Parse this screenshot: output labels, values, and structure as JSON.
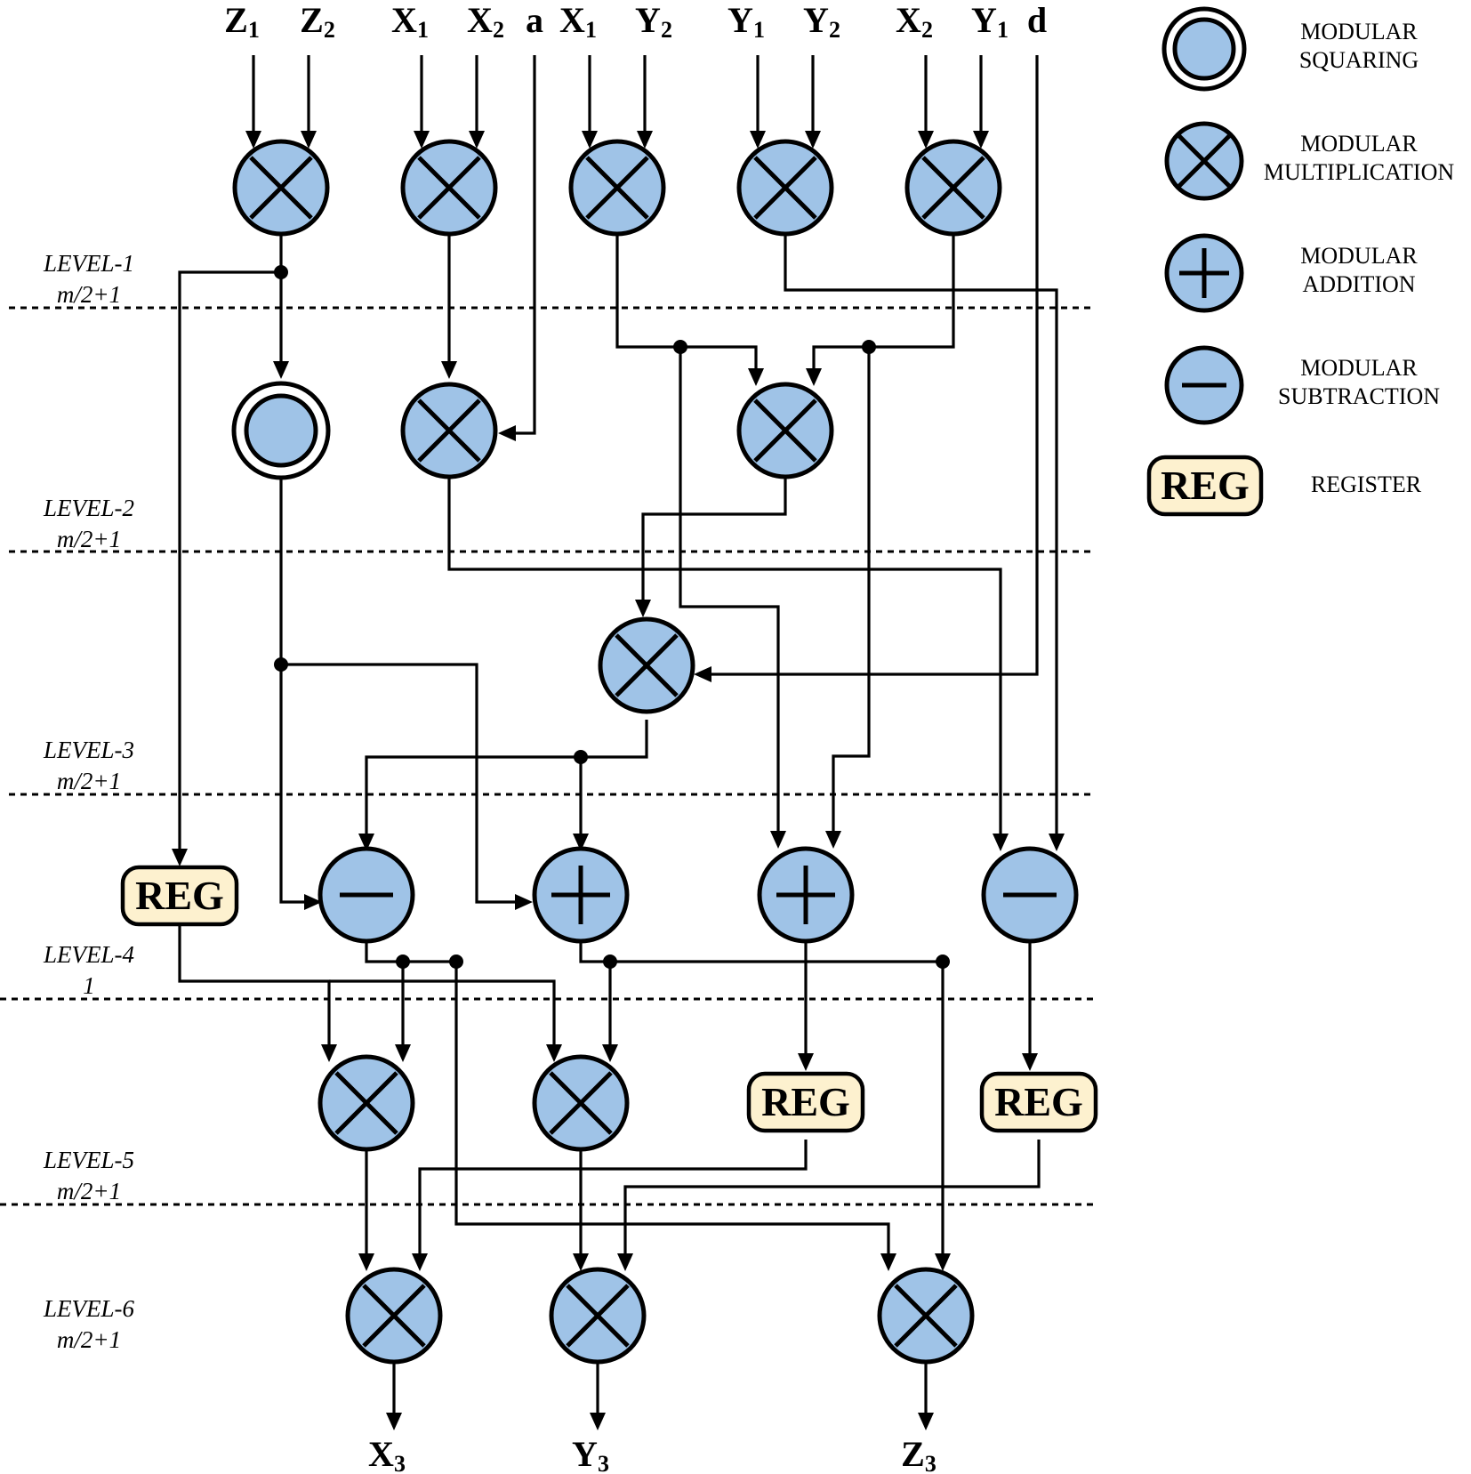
{
  "inputs": [
    {
      "id": "z1",
      "main": "Z",
      "sub": "1"
    },
    {
      "id": "z2",
      "main": "Z",
      "sub": "2"
    },
    {
      "id": "x1a",
      "main": "X",
      "sub": "1"
    },
    {
      "id": "x2a",
      "main": "X",
      "sub": "2"
    },
    {
      "id": "a",
      "main": "a",
      "sub": ""
    },
    {
      "id": "x1b",
      "main": "X",
      "sub": "1"
    },
    {
      "id": "y2a",
      "main": "Y",
      "sub": "2"
    },
    {
      "id": "y1a",
      "main": "Y",
      "sub": "1"
    },
    {
      "id": "y2b",
      "main": "Y",
      "sub": "2"
    },
    {
      "id": "x2b",
      "main": "X",
      "sub": "2"
    },
    {
      "id": "y1b",
      "main": "Y",
      "sub": "1"
    },
    {
      "id": "d",
      "main": "d",
      "sub": ""
    }
  ],
  "outputs": [
    {
      "id": "x3",
      "main": "X",
      "sub": "3"
    },
    {
      "id": "y3",
      "main": "Y",
      "sub": "3"
    },
    {
      "id": "z3",
      "main": "Z",
      "sub": "3"
    }
  ],
  "levels": [
    {
      "name": "LEVEL-1",
      "latency": "m/2+1"
    },
    {
      "name": "LEVEL-2",
      "latency": "m/2+1"
    },
    {
      "name": "LEVEL-3",
      "latency": "m/2+1"
    },
    {
      "name": "LEVEL-4",
      "latency": "1"
    },
    {
      "name": "LEVEL-5",
      "latency": "m/2+1"
    },
    {
      "name": "LEVEL-6",
      "latency": "m/2+1"
    }
  ],
  "register_label": "REG",
  "legend": [
    {
      "kind": "square",
      "line1": "MODULAR",
      "line2": "SQUARING"
    },
    {
      "kind": "mul",
      "line1": "MODULAR",
      "line2": "MULTIPLICATION"
    },
    {
      "kind": "add",
      "line1": "MODULAR",
      "line2": "ADDITION"
    },
    {
      "kind": "sub",
      "line1": "MODULAR",
      "line2": "SUBTRACTION"
    },
    {
      "kind": "reg",
      "line1": "REGISTER",
      "line2": ""
    }
  ],
  "node_fill": "#9fc3e7",
  "register_fill": "#fdf1cf"
}
